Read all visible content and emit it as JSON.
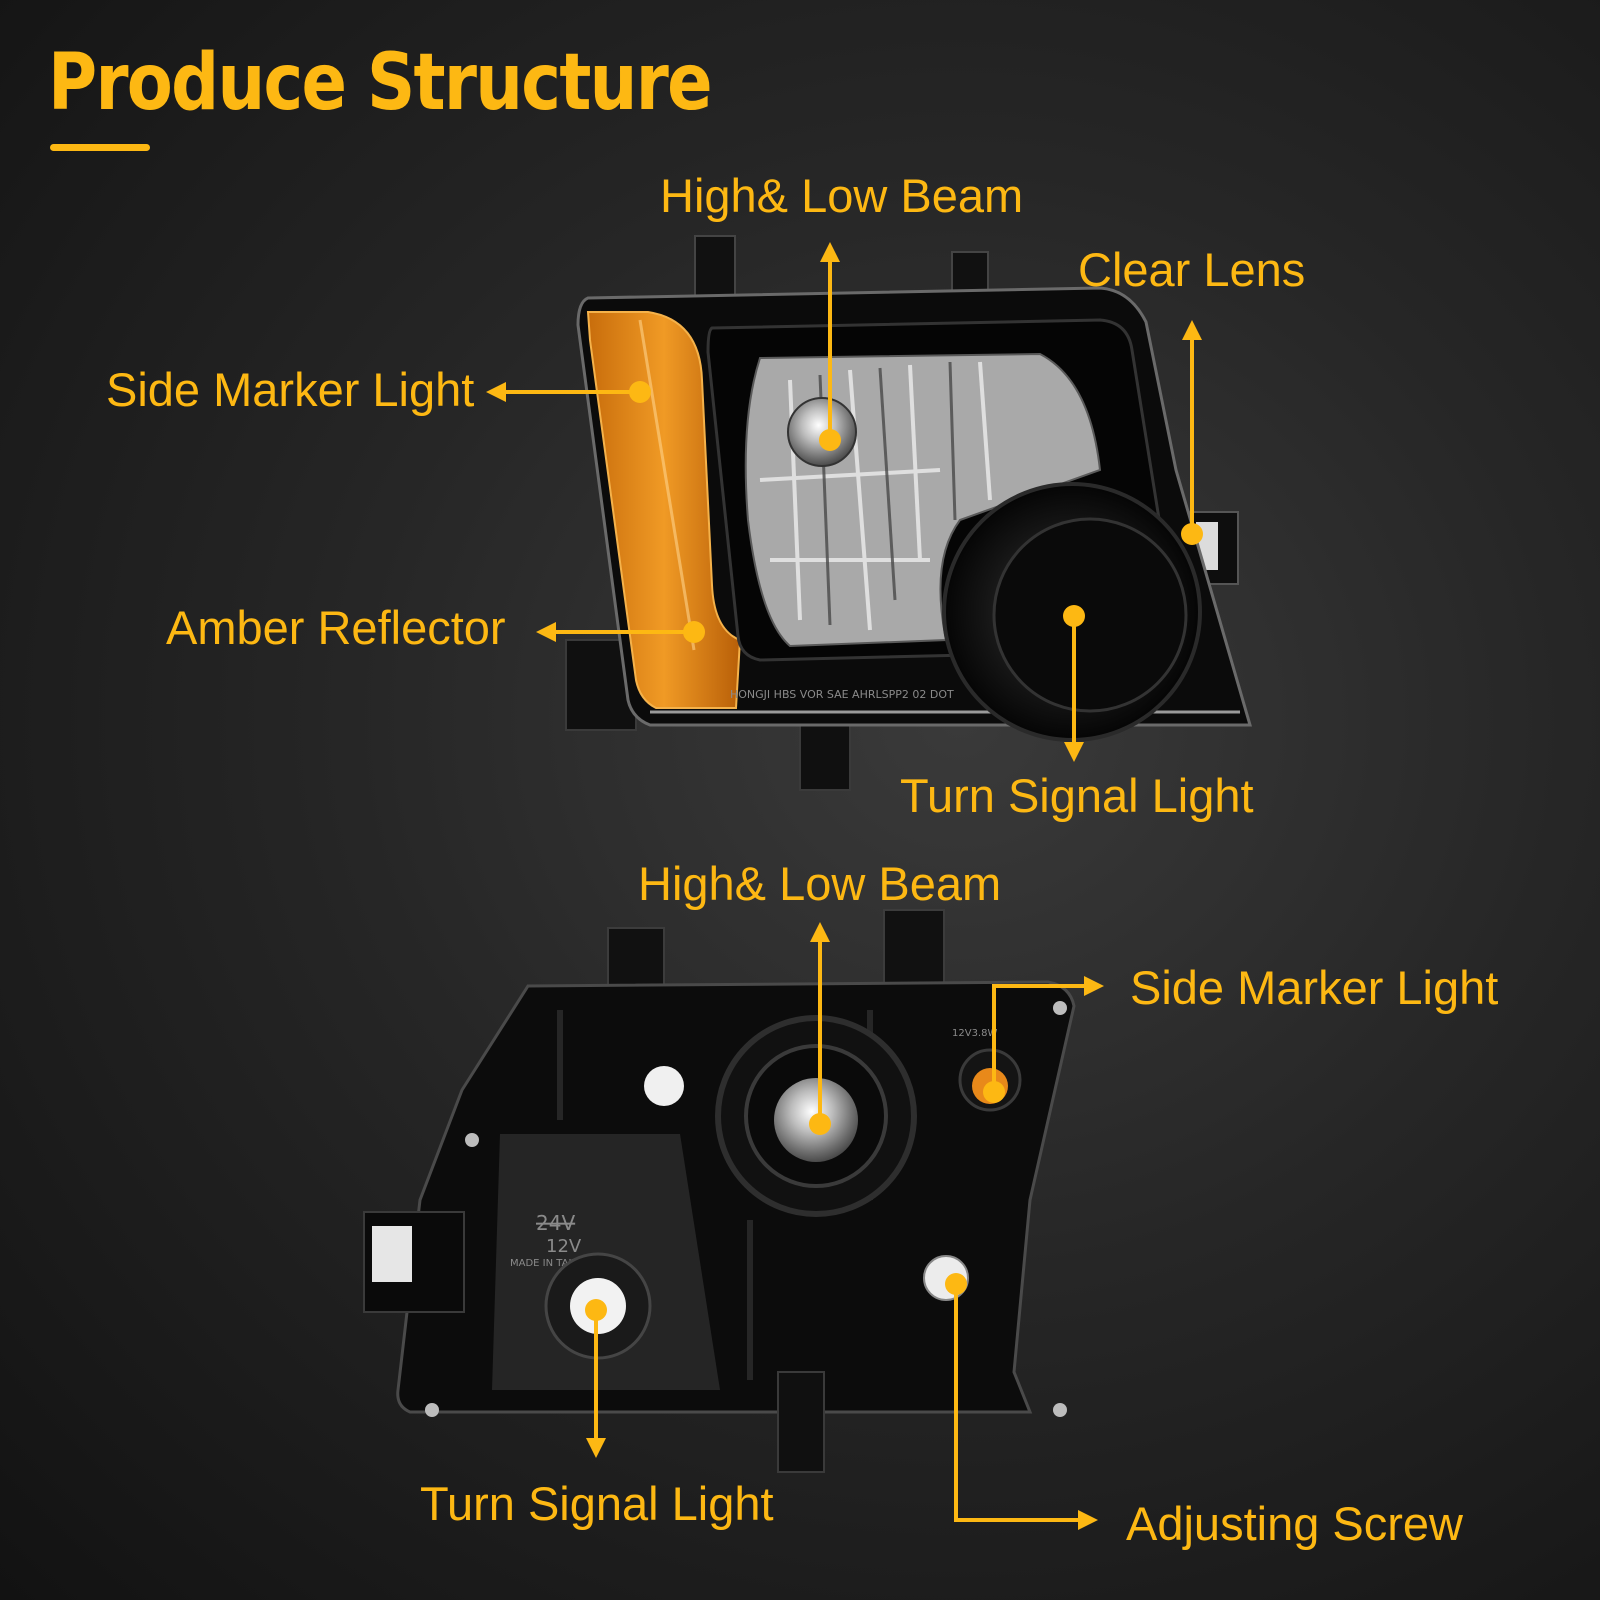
{
  "heading": {
    "title": "Produce Structure"
  },
  "colors": {
    "accent": "#FDB813",
    "amber": "#E8891A",
    "housing": "#0c0c0c",
    "lens": "#c9c9c9"
  },
  "front_view": {
    "labels": {
      "high_low_beam": "High& Low Beam",
      "clear_lens": "Clear Lens",
      "side_marker_light": "Side Marker Light",
      "amber_reflector": "Amber Reflector",
      "turn_signal_light": "Turn Signal Light"
    },
    "lens_imprint": "HONGJI HBS VOR SAE AHRLSPP2 02 DOT"
  },
  "rear_view": {
    "labels": {
      "high_low_beam": "High& Low Beam",
      "side_marker_light": "Side Marker Light",
      "turn_signal_light": "Turn Signal Light",
      "adjusting_screw": "Adjusting Screw"
    },
    "housing_text": {
      "voltage_crossed": "24V",
      "voltage": "12V",
      "origin": "MADE IN TAIWAN",
      "bulb_rating": "12V3.8W"
    }
  }
}
